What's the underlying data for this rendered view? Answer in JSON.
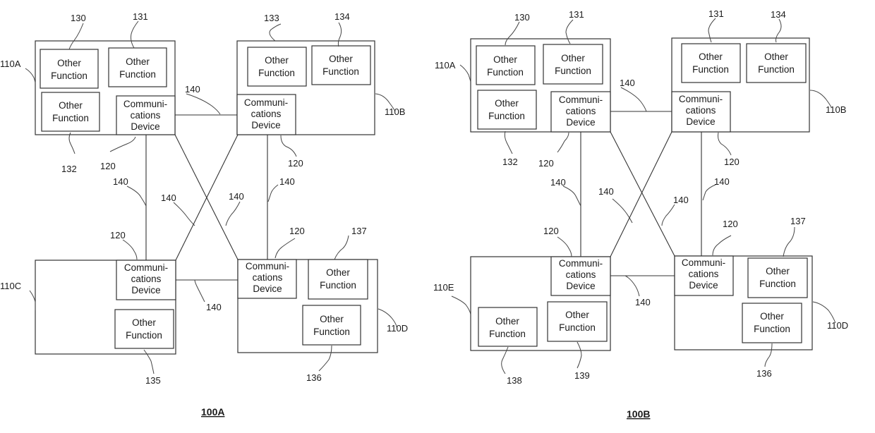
{
  "labels": {
    "other_function": [
      "Other",
      "Function"
    ],
    "comm_device": [
      "Communi-",
      "cations",
      "Device"
    ]
  },
  "figure_a": {
    "caption": "100A",
    "nodes": {
      "a": "110A",
      "b": "110B",
      "c": "110C",
      "d": "110D"
    },
    "functions": [
      "130",
      "131",
      "132",
      "133",
      "134",
      "135",
      "136",
      "137"
    ],
    "comm_ref": "120",
    "link_ref": "140"
  },
  "figure_b": {
    "caption": "100B",
    "nodes": {
      "a": "110A",
      "b": "110B",
      "e": "110E",
      "d": "110D"
    },
    "functions": [
      "130",
      "131",
      "132",
      "131",
      "134",
      "137",
      "136",
      "138",
      "139"
    ],
    "comm_ref": "120",
    "link_ref": "140"
  }
}
